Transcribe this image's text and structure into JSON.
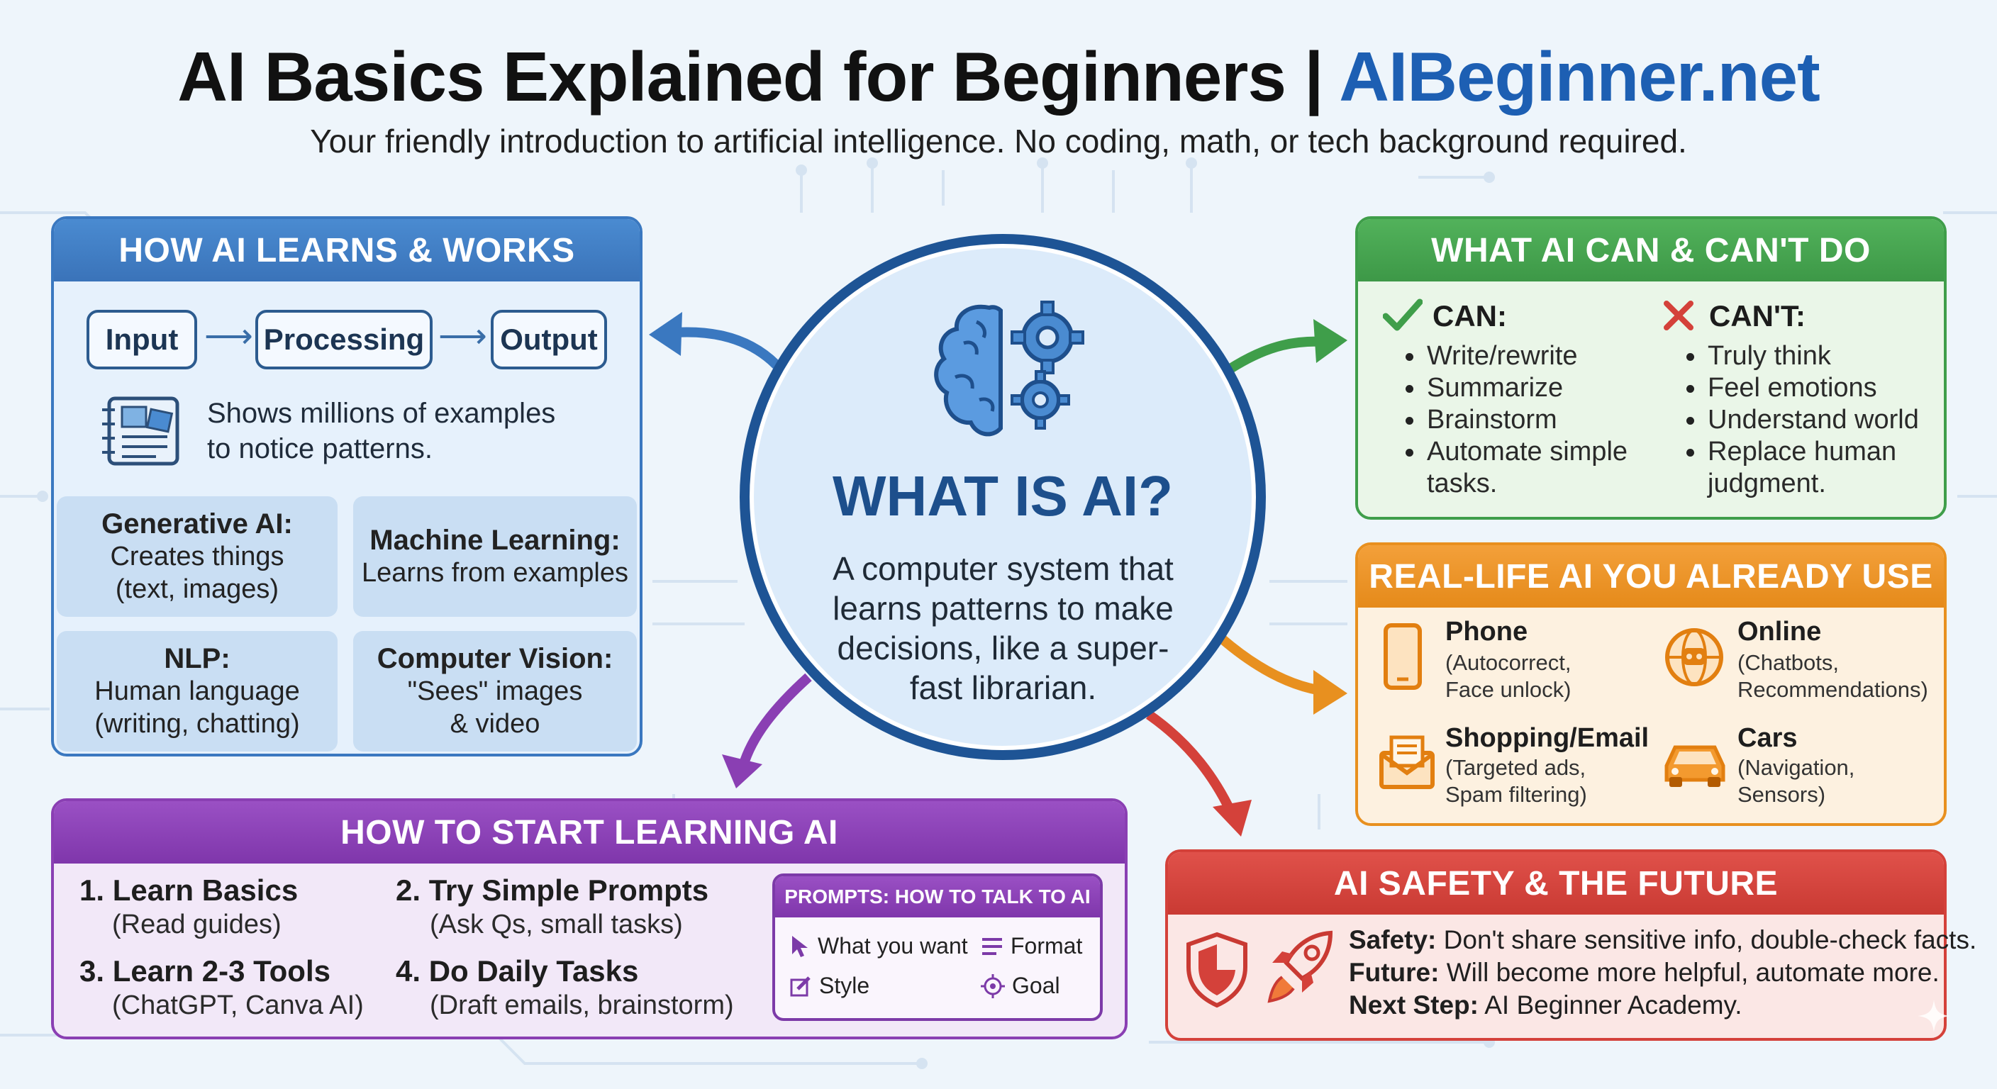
{
  "header": {
    "title_main": "AI Basics Explained for Beginners | ",
    "title_brand": "AIBeginner.net",
    "subtitle": "Your friendly introduction to artificial intelligence. No coding, math, or tech background required."
  },
  "how_ai_works": {
    "heading": "HOW AI LEARNS & WORKS",
    "flow": [
      "Input",
      "Processing",
      "Output"
    ],
    "note_line1": "Shows millions of examples",
    "note_line2": "to notice patterns.",
    "tiles": [
      {
        "title": "Generative AI:",
        "line1": "Creates things",
        "line2": "(text, images)"
      },
      {
        "title": "Machine Learning:",
        "line1": "Learns from examples",
        "line2": ""
      },
      {
        "title": "NLP:",
        "line1": "Human language",
        "line2": "(writing, chatting)"
      },
      {
        "title": "Computer Vision:",
        "line1": "\"Sees\" images",
        "line2": "& video"
      }
    ]
  },
  "center": {
    "title": "WHAT IS AI?",
    "text": "A computer system that learns patterns to make decisions, like a super-fast librarian."
  },
  "can_cant": {
    "heading": "WHAT AI CAN & CAN'T DO",
    "can_label": "CAN:",
    "cant_label": "CAN'T:",
    "can_items": [
      "Write/rewrite",
      "Summarize",
      "Brainstorm",
      "Automate simple tasks."
    ],
    "cant_items": [
      "Truly think",
      "Feel emotions",
      "Understand world",
      "Replace human judgment."
    ]
  },
  "real_life": {
    "heading": "REAL-LIFE AI YOU ALREADY USE",
    "items": [
      {
        "title": "Phone",
        "line1": "(Autocorrect,",
        "line2": "Face unlock)",
        "icon": "phone-icon"
      },
      {
        "title": "Online",
        "line1": "(Chatbots,",
        "line2": "Recommendations)",
        "icon": "globe-icon"
      },
      {
        "title": "Shopping/Email",
        "line1": "(Targeted ads,",
        "line2": "Spam filtering)",
        "icon": "envelope-icon"
      },
      {
        "title": "Cars",
        "line1": "(Navigation,",
        "line2": "Sensors)",
        "icon": "car-icon"
      }
    ]
  },
  "start_learning": {
    "heading": "HOW TO START LEARNING AI",
    "steps": [
      {
        "title": "1. Learn Basics",
        "desc": "(Read guides)"
      },
      {
        "title": "2. Try Simple Prompts",
        "desc": "(Ask Qs, small tasks)"
      },
      {
        "title": "3. Learn 2-3 Tools",
        "desc": "(ChatGPT, Canva AI)"
      },
      {
        "title": "4. Do Daily Tasks",
        "desc": "(Draft emails, brainstorm)"
      }
    ],
    "prompts": {
      "heading": "PROMPTS: HOW TO TALK TO AI",
      "items": [
        "What you want",
        "Format",
        "Style",
        "Goal"
      ]
    }
  },
  "safety": {
    "heading": "AI SAFETY & THE FUTURE",
    "lines": [
      {
        "label": "Safety:",
        "text": " Don't share sensitive info, double-check facts."
      },
      {
        "label": "Future:",
        "text": " Will become more helpful, automate more."
      },
      {
        "label": "Next Step:",
        "text": " AI Beginner Academy."
      }
    ]
  },
  "colors": {
    "blue": "#3a78c0",
    "green": "#3f9e4a",
    "orange": "#e8901f",
    "purple": "#8a3fb3",
    "red": "#d4413a",
    "brand": "#1d5fb3"
  }
}
